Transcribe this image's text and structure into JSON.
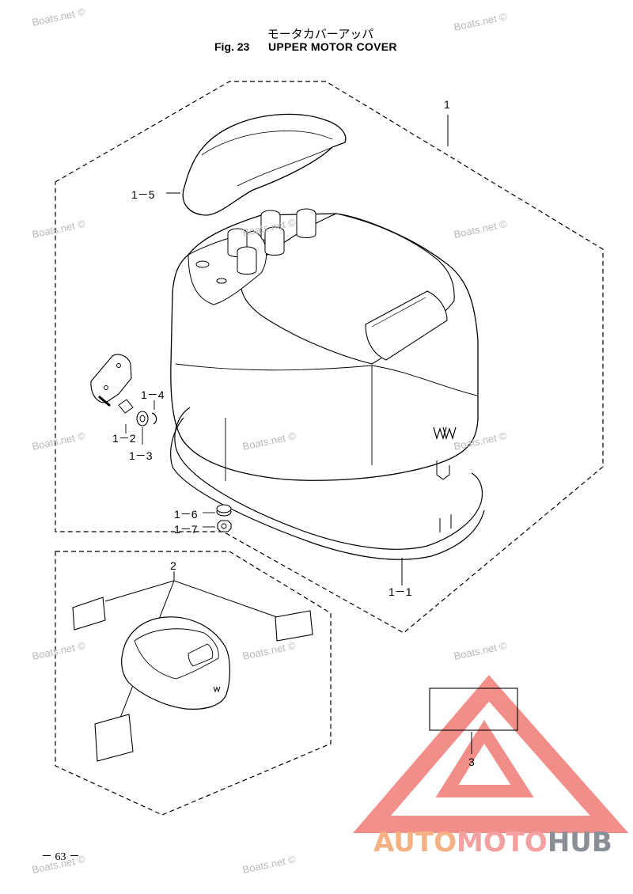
{
  "header": {
    "title_jp": "モータカバーアッパ",
    "fig_label": "Fig. 23",
    "fig_name": "UPPER MOTOR COVER"
  },
  "labels": {
    "p1": "1",
    "p1_5": "1－5",
    "p1_4": "1－4",
    "p1_2": "1－2",
    "p1_3": "1－3",
    "p1_6": "1－6",
    "p1_7": "1－7",
    "p1_1": "1－1",
    "p2": "2",
    "p3": "3"
  },
  "page_number": "－ 63 －",
  "watermark": "Boats.net ©",
  "logo": {
    "part1": "AUTO",
    "part2": "MOTO",
    "part3": "HUB",
    "colors": {
      "auto": "#f4b183",
      "moto": "#f2a0a0",
      "hub": "#8a8f96",
      "triangle": "#e8332a"
    }
  }
}
